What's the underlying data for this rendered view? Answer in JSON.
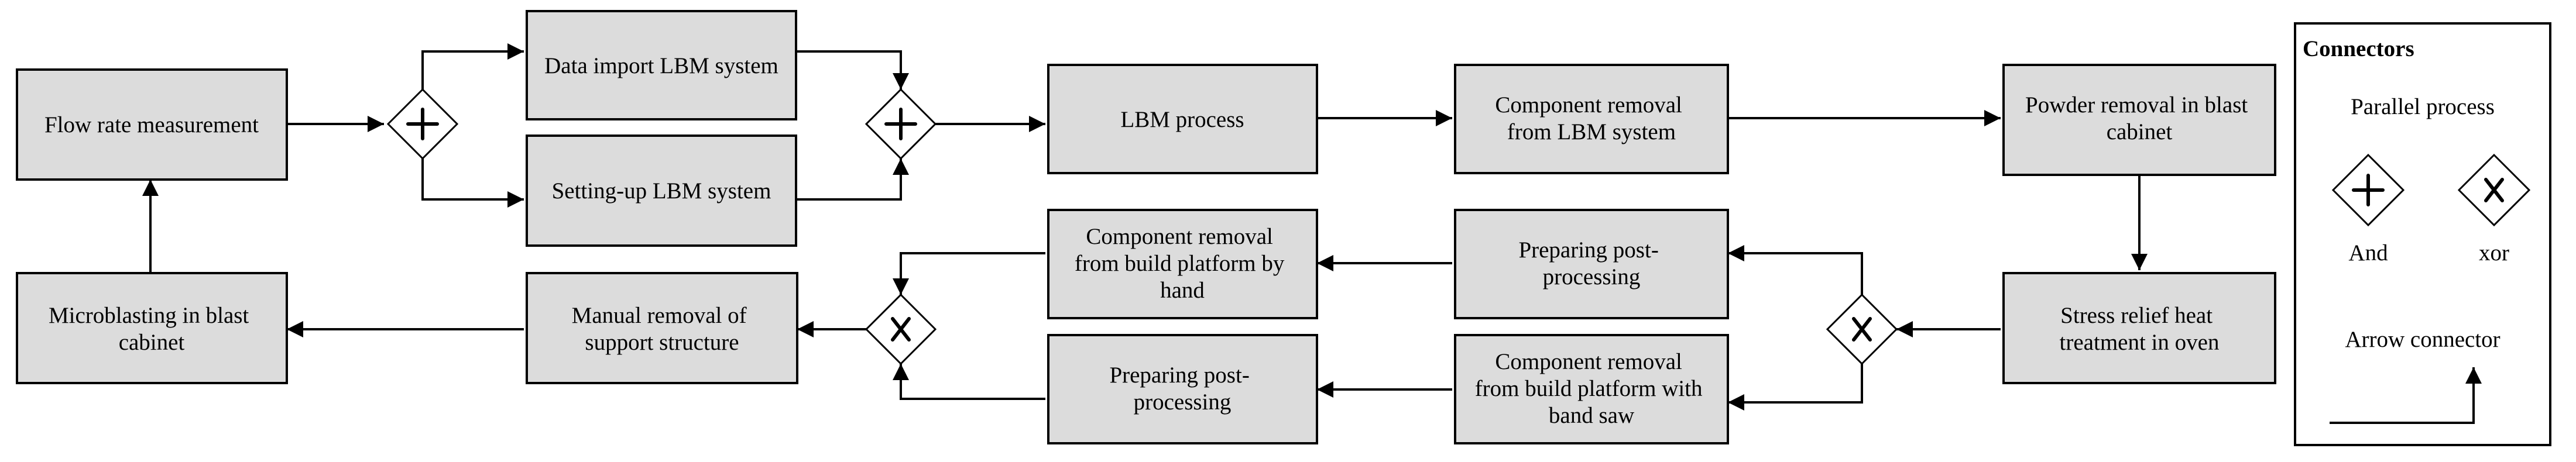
{
  "boxes": {
    "flow_rate": [
      "Flow rate measurement"
    ],
    "data_import": [
      "Data import LBM system"
    ],
    "setting_up": [
      "Setting-up LBM system"
    ],
    "lbm_process": [
      "LBM process"
    ],
    "component_removal_lbm": [
      "Component removal",
      "from LBM system"
    ],
    "powder_removal": [
      "Powder removal in blast",
      "cabinet"
    ],
    "stress_relief": [
      "Stress relief heat",
      "treatment in oven"
    ],
    "preparing_post_1": [
      "Preparing post-",
      "processing"
    ],
    "removal_band_saw": [
      "Component removal",
      "from build platform with",
      "band saw"
    ],
    "removal_by_hand": [
      "Component removal",
      "from build platform by",
      "hand"
    ],
    "preparing_post_2": [
      "Preparing post-",
      "processing"
    ],
    "manual_removal": [
      "Manual removal of",
      "support structure"
    ],
    "microblasting": [
      "Microblasting in blast",
      "cabinet"
    ]
  },
  "legend": {
    "title": "Connectors",
    "parallel_process": "Parallel process",
    "and_label": "And",
    "xor_label": "xor",
    "arrow_connector": "Arrow connector"
  },
  "colors": {
    "box_fill": "#dcdcdc",
    "stroke": "#000000"
  }
}
